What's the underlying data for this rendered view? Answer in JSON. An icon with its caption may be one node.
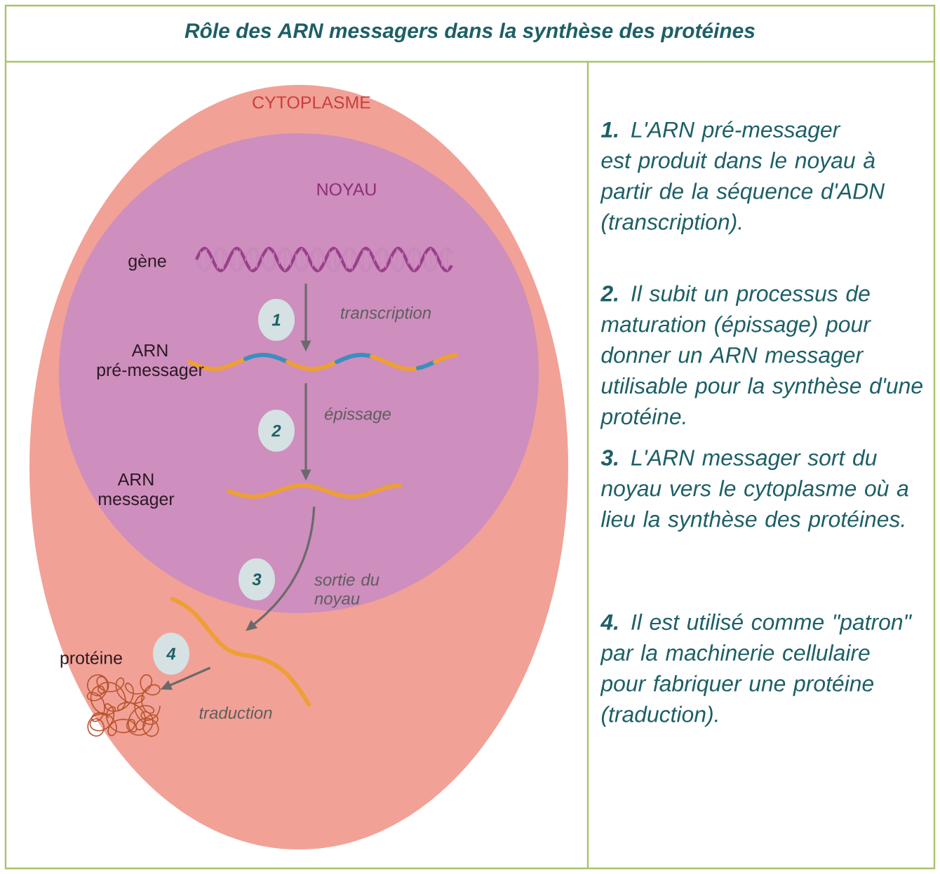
{
  "diagram": {
    "title": "Rôle des ARN messagers dans la synthèse des protéines",
    "nodes": [
      {
        "text": [
          "CYTOPLASME"
        ]
      },
      {
        "text": [
          "NOYAU"
        ],
        "in": 0
      },
      {
        "text": [],
        "shape": "picture",
        "beside": [
          "gène"
        ],
        "in": 1
      },
      {
        "text": [],
        "shape": "picture",
        "beside": [
          "ARN pré-messager"
        ],
        "in": 1
      },
      {
        "text": [],
        "shape": "picture",
        "beside": [
          "ARN messager"
        ],
        "in": 1
      },
      {
        "text": [],
        "shape": "picture",
        "in": 0
      },
      {
        "text": [],
        "shape": "picture",
        "beside": [
          "protéine"
        ],
        "in": 0
      },
      {
        "text": [
          "1"
        ],
        "in": 1
      },
      {
        "text": [
          "2"
        ],
        "in": 1
      },
      {
        "text": [
          "3"
        ],
        "in": 1
      },
      {
        "text": [
          "4"
        ],
        "in": 0
      }
    ],
    "edges": [
      {
        "from": 2,
        "to": 3,
        "arrow": "to",
        "label": "transcription"
      },
      {
        "from": 3,
        "to": 4,
        "arrow": "to",
        "label": "épissage"
      },
      {
        "from": 4,
        "to": 5,
        "arrow": "to",
        "label": "sortie du noyau"
      },
      {
        "from": 5,
        "to": 6,
        "arrow": "to",
        "label": "traduction"
      }
    ],
    "labels": [
      "**1.** L'ARN pré-messager est produit dans le noyau à partir de la séquence d'ADN (transcription).",
      "**2.** Il subit un processus de maturation (épissage) pour donner un ARN messager utilisable pour la synthèse d'une protéine.",
      "**3.** L'ARN messager sort du noyau vers le cytoplasme où a lieu la synthèse des protéines.",
      "**4.** Il est utilisé comme \"patron\" par la machinerie cellulaire pour fabriquer une protéine (traduction)."
    ]
  }
}
